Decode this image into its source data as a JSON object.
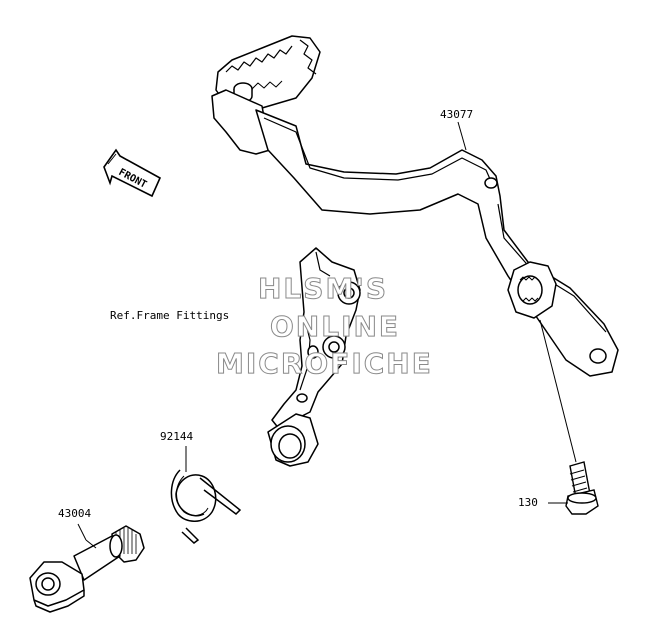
{
  "parts": [
    {
      "id": "pedal",
      "number": "43077"
    },
    {
      "id": "bolt",
      "number": "130"
    },
    {
      "id": "spring",
      "number": "92144"
    },
    {
      "id": "shaft",
      "number": "43004"
    }
  ],
  "ref_note": "Ref.Frame Fittings",
  "front_arrow": {
    "label": "FRONT"
  },
  "watermark": {
    "line1": "HLSM'S",
    "line2": "ONLINE",
    "line3": "MICROFICHE"
  }
}
